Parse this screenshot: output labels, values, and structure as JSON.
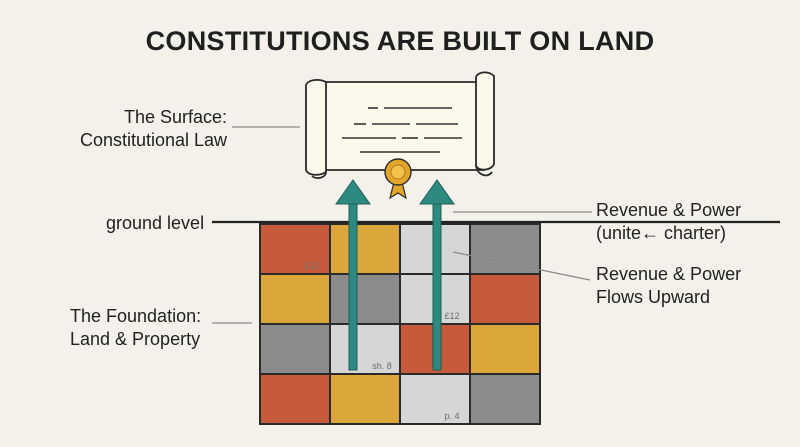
{
  "title": "CONSTITUTIONS ARE BUILT ON LAND",
  "labels": {
    "surface": [
      "The Surface:",
      "Constitutional Law"
    ],
    "ground": "ground level",
    "foundation": [
      "The Foundation:",
      "Land & Property"
    ],
    "revenue_charter": [
      "Revenue & Power",
      "(unite← charter)"
    ],
    "revenue_flows": [
      "Revenue & Power",
      "Flows Upward"
    ]
  },
  "grid": {
    "rows": [
      [
        "#c65a3a",
        "#dba63a",
        "#d6d6d6",
        "#8c8c8c"
      ],
      [
        "#dba63a",
        "#8c8c8c",
        "#d6d6d6",
        "#c65a3a"
      ],
      [
        "#8c8c8c",
        "#d6d6d6",
        "#c65a3a",
        "#dba63a"
      ],
      [
        "#c65a3a",
        "#dba63a",
        "#d6d6d6",
        "#8c8c8c"
      ]
    ],
    "annotations": [
      {
        "row": 0,
        "col": 0,
        "text": "£12"
      },
      {
        "row": 1,
        "col": 2,
        "text": "£12"
      },
      {
        "row": 2,
        "col": 1,
        "text": "sh. 8"
      },
      {
        "row": 3,
        "col": 2,
        "text": "p. 4"
      }
    ]
  },
  "colors": {
    "arrow": "#2c8a80",
    "seal": "#e3a52a",
    "scroll_fill": "#fbf8ec",
    "outline": "#2a2a2a"
  }
}
